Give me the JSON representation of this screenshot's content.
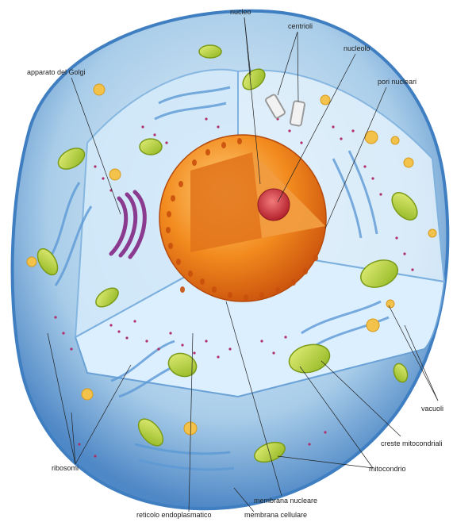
{
  "labels": {
    "nucleo": "nucleo",
    "centrioli": "centrioli",
    "nucleolo": "nucleolo",
    "pori_nucleari": "pori nucleari",
    "apparato_golgi": "apparato del Golgi",
    "vacuoli": "vacuoli",
    "creste_mitocondriali": "creste mitocondriali",
    "mitocondrio": "mitocondrio",
    "ribosomi": "ribosomi",
    "membrana_nucleare": "membrana nucleare",
    "reticolo_endoplasmatico": "reticolo endoplasmatico",
    "membrana_cellulare": "membrana cellulare"
  },
  "colors": {
    "cytoplasm": "#cfe6f7",
    "membrane": "#3f7fc1",
    "nucleus": "#f08a1c",
    "nucleolus": "#d2343f",
    "mitochondria": "#b6d33a",
    "golgi": "#8a3a8f",
    "ribosome": "#b0306a",
    "vacuole": "#f2c24a"
  }
}
